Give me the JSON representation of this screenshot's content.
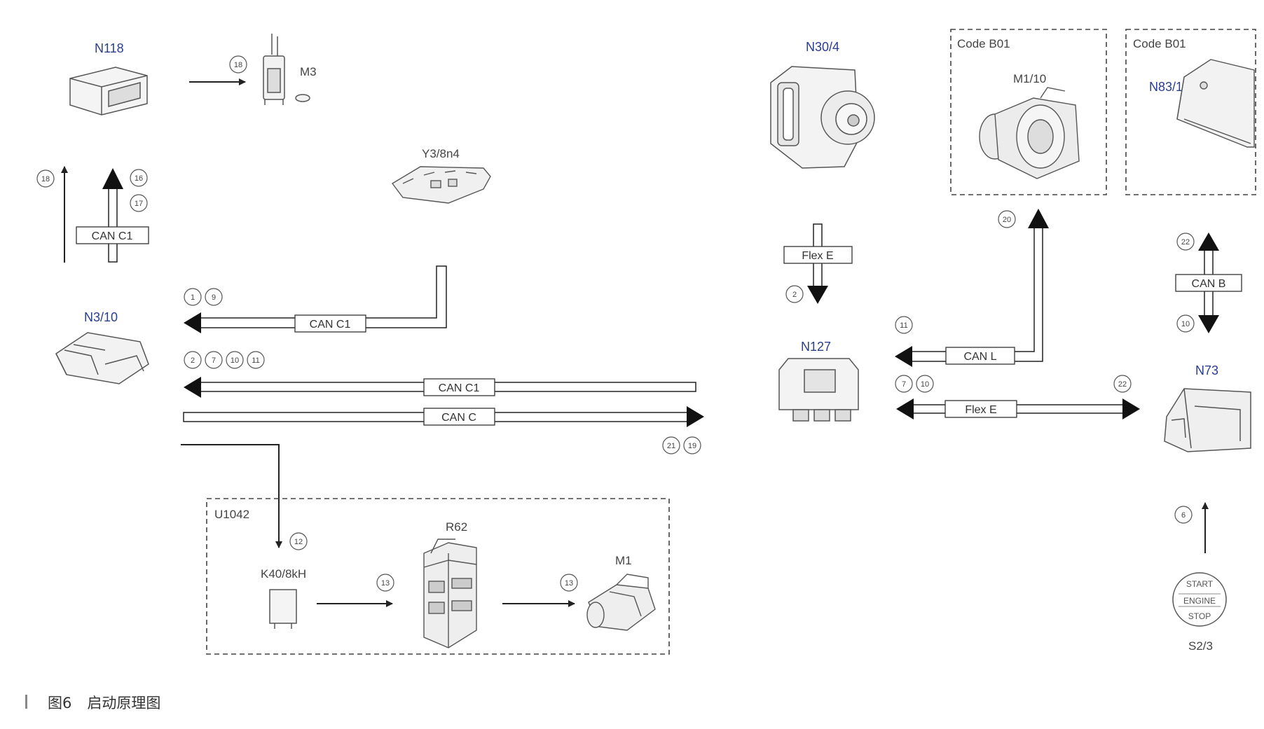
{
  "components": {
    "n118": "N118",
    "m3": "M3",
    "y3_8n4": "Y3/8n4",
    "n3_10": "N3/10",
    "u1042": "U1042",
    "k40_8kh": "K40/8kH",
    "r62": "R62",
    "m1": "M1",
    "n30_4": "N30/4",
    "code_b01_1": "Code B01",
    "m1_10": "M1/10",
    "code_b01_2": "Code B01",
    "n83_1": "N83/1",
    "n127": "N127",
    "n73": "N73",
    "s2_3": "S2/3"
  },
  "buses": {
    "can_c1_vertical": "CAN C1",
    "can_c1_y38": "CAN C1",
    "can_c1_long": "CAN C1",
    "can_c": "CAN C",
    "flex_e_n30": "Flex E",
    "can_l": "CAN L",
    "flex_e_n127": "Flex E",
    "can_b": "CAN B"
  },
  "step_numbers": {
    "n118_m3": "18",
    "left_up": "18",
    "can_c1_up_a": "16",
    "can_c1_up_b": "17",
    "y38_a": "1",
    "y38_b": "9",
    "long_a": "2",
    "long_b": "7",
    "long_c": "10",
    "long_d": "11",
    "can_c_a": "21",
    "can_c_b": "19",
    "k40": "12",
    "k40_r62": "13",
    "r62_m1": "13",
    "flex_e_n30": "2",
    "m1_10": "20",
    "can_l": "11",
    "flex_left_a": "7",
    "flex_left_b": "10",
    "flex_right": "22",
    "can_b_up": "22",
    "can_b_down": "10",
    "s2_3": "6"
  },
  "start_button": {
    "line1": "START",
    "line2": "ENGINE",
    "line3": "STOP"
  },
  "caption": {
    "figure": "图6",
    "title": "启动原理图"
  }
}
